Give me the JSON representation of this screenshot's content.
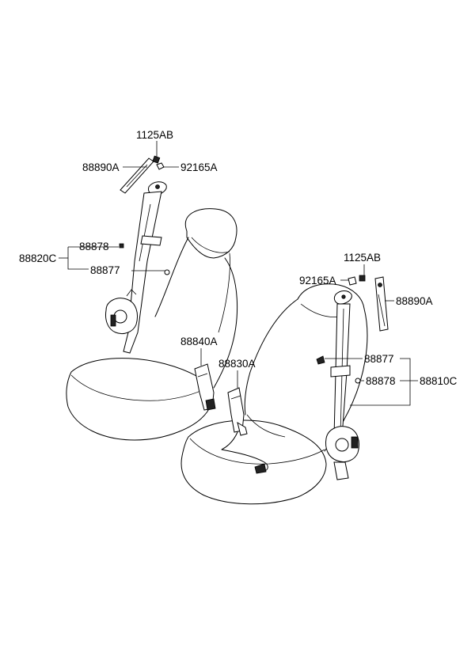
{
  "labels": {
    "bolt_left": "1125AB",
    "guide_left": "88890A",
    "nut_left": "92165A",
    "cover_left_a": "88878",
    "assy_left": "88820C",
    "cover_left_b": "88877",
    "buckle_left": "88840A",
    "buckle_right": "88830A",
    "bolt_right": "1125AB",
    "nut_right": "92165A",
    "guide_right": "88890A",
    "cover_right_b": "88877",
    "cover_right_a": "88878",
    "assy_right": "88810C"
  }
}
